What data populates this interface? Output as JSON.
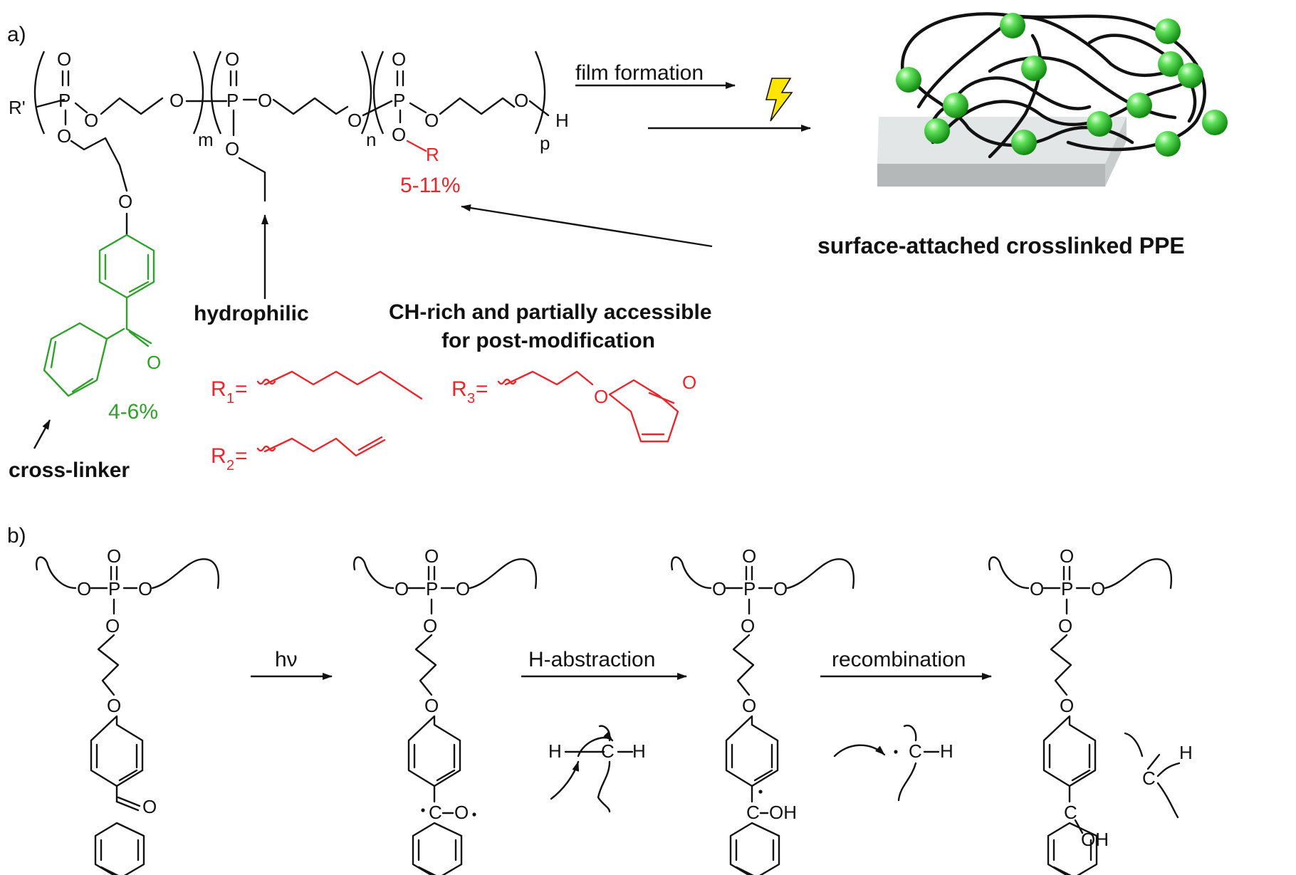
{
  "panel_a": {
    "label": "a)",
    "atoms": {
      "O": "O",
      "P": "P",
      "H": "H",
      "R_prime": "R'",
      "R": "R",
      "m": "m",
      "n": "n",
      "p": "p"
    },
    "percent_R": "5-11%",
    "percent_crosslinker": "4-6%",
    "film_formation": "film formation",
    "surface_label": "surface-attached crosslinked PPE",
    "hydrophilic": "hydrophilic",
    "ch_rich_line1": "CH-rich and partially accessible",
    "ch_rich_line2": "for post-modification",
    "cross_linker": "cross-linker",
    "r_groups": [
      {
        "sym": "R",
        "sub": "1",
        "eq": "="
      },
      {
        "sym": "R",
        "sub": "2",
        "eq": "="
      },
      {
        "sym": "R",
        "sub": "3",
        "eq": "="
      }
    ],
    "furan_O": "O"
  },
  "panel_b": {
    "label": "b)",
    "hv": "hν",
    "h_abstraction": "H-abstraction",
    "recombination": "recombination",
    "atoms": {
      "C": "C",
      "H": "H",
      "OH": "OH",
      "O": "O",
      "P": "P"
    }
  },
  "colors": {
    "red": "#e8262b",
    "green": "#2ea12b",
    "sphere": "#33cc33",
    "slab": "#c8cccc"
  }
}
